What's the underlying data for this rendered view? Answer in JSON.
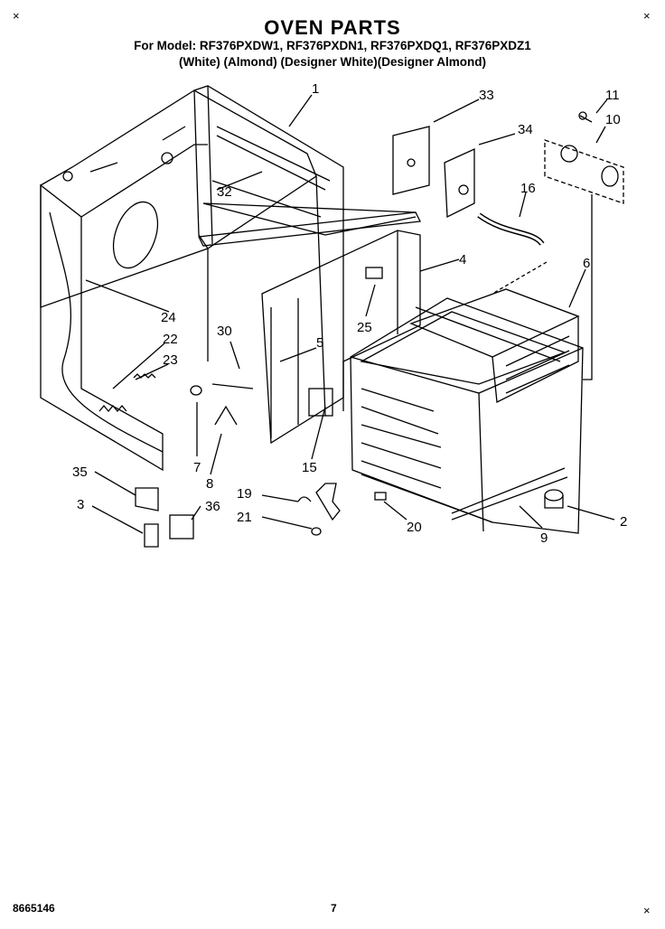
{
  "header": {
    "title": "OVEN PARTS",
    "models_line": "For Model: RF376PXDW1, RF376PXDN1, RF376PXDQ1, RF376PXDZ1",
    "colors_line": "(White)    (Almond) (Designer White)(Designer Almond)"
  },
  "corner_marks": {
    "tl": "×",
    "tr": "×",
    "br": "×"
  },
  "footer": {
    "doc_number": "8665146",
    "page_number": "7"
  },
  "callouts": {
    "p1": "1",
    "p2": "2",
    "p3": "3",
    "p4": "4",
    "p5": "5",
    "p6": "6",
    "p7": "7",
    "p8": "8",
    "p9": "9",
    "p10": "10",
    "p11": "11",
    "p15": "15",
    "p16": "16",
    "p19": "19",
    "p20": "20",
    "p21": "21",
    "p22": "22",
    "p23": "23",
    "p24": "24",
    "p25": "25",
    "p30": "30",
    "p32": "32",
    "p33": "33",
    "p34": "34",
    "p35": "35",
    "p36": "36"
  }
}
